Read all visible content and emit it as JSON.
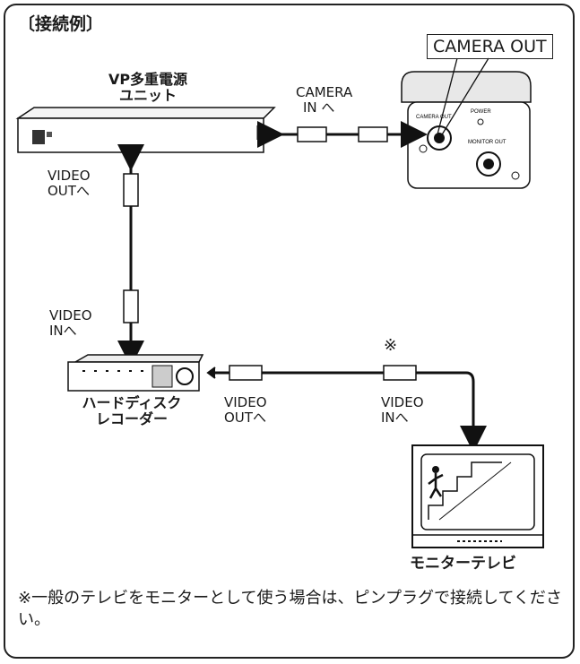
{
  "title": "〔接続例〕",
  "camera_out_box": "CAMERA OUT",
  "devices": {
    "power_unit": [
      "VP多重電源",
      "ユニット"
    ],
    "recorder": [
      "ハードディスク",
      "レコーダー"
    ],
    "monitor": "モニターテレビ"
  },
  "camera_panel": {
    "camera_out": "CAMERA OUT",
    "power": "POWER",
    "monitor_out": "MONITOR OUT"
  },
  "connections": {
    "camera_in": [
      "CAMERA",
      "IN へ"
    ],
    "unit_video_out": [
      "VIDEO",
      "OUTへ"
    ],
    "recorder_video_in": [
      "VIDEO",
      "INへ"
    ],
    "recorder_video_out": [
      "VIDEO",
      "OUTへ"
    ],
    "monitor_video_in": [
      "VIDEO",
      "INへ"
    ]
  },
  "note_mark": "※",
  "note": "※一般のテレビをモニターとして使う場合は、ピンプラグで接続してください。"
}
